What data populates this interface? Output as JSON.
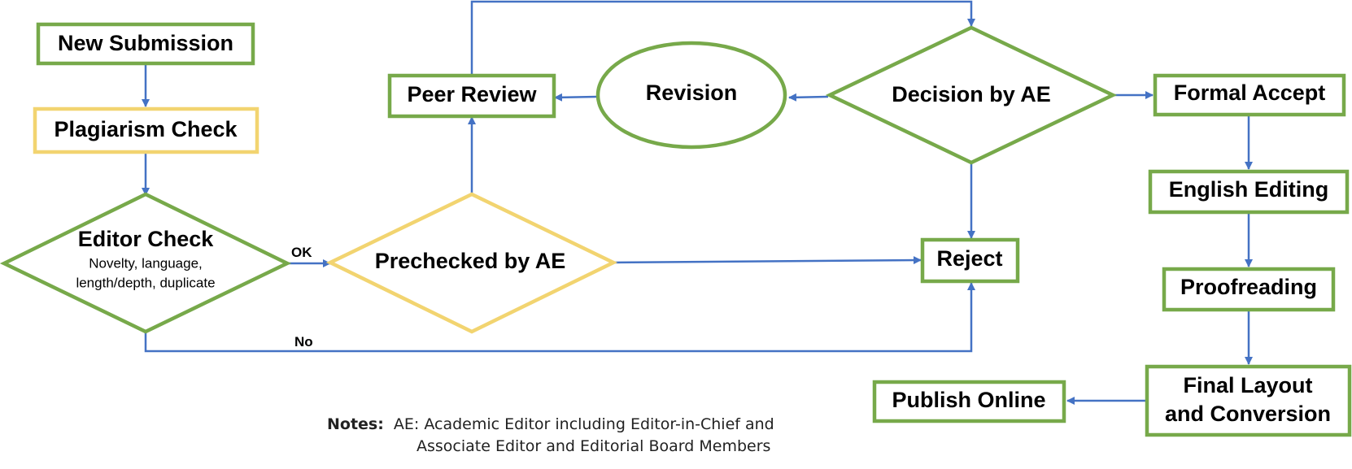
{
  "colors": {
    "green": "#77a94a",
    "yellow": "#f2d470",
    "arrow": "#4472c4",
    "text": "#000000"
  },
  "nodes": {
    "new_submission": "New Submission",
    "plagiarism_check": "Plagiarism Check",
    "editor_check": {
      "title": "Editor Check",
      "line1": "Novelty, language,",
      "line2": "length/depth, duplicate"
    },
    "prechecked_by_ae": "Prechecked by AE",
    "peer_review": "Peer Review",
    "revision": "Revision",
    "decision_by_ae": "Decision by AE",
    "reject": "Reject",
    "formal_accept": "Formal Accept",
    "english_editing": "English Editing",
    "proofreading": "Proofreading",
    "final_layout": {
      "line1": "Final Layout",
      "line2": "and Conversion"
    },
    "publish_online": "Publish Online"
  },
  "edge_labels": {
    "ok": "OK",
    "no": "No"
  },
  "notes": {
    "label": "Notes:",
    "line1": "AE: Academic Editor including Editor-in-Chief and",
    "line2": "Associate Editor and Editorial Board Members"
  }
}
